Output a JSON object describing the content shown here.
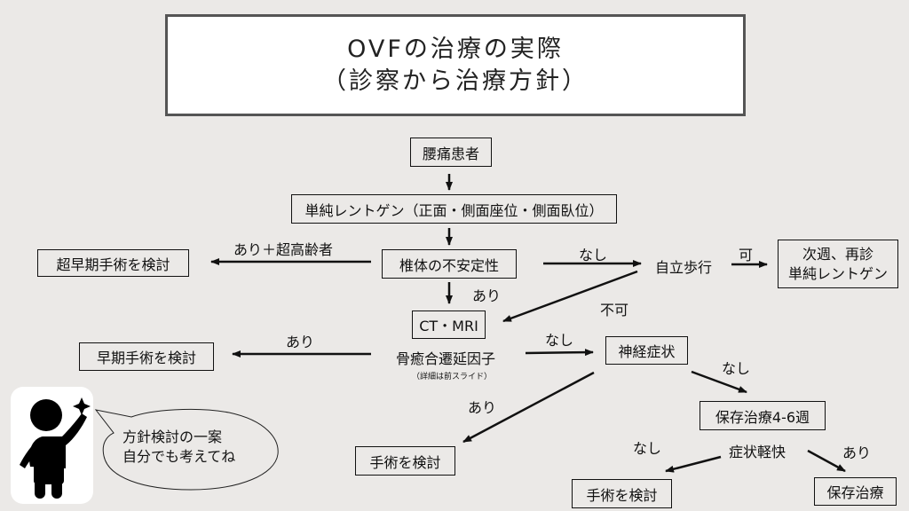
{
  "title": {
    "line1": "OVFの治療の実際",
    "line2": "（診察から治療方針）"
  },
  "nodes": {
    "patient": "腰痛患者",
    "xray": "単純レントゲン（正面・側面座位・側面臥位）",
    "instability": "椎体の不安定性",
    "very_early_surgery": "超早期手術を検討",
    "walking": "自立歩行",
    "next_week_line1": "次週、再診",
    "next_week_line2": "単純レントゲン",
    "ct_mri": "CT・MRI",
    "delay_factors": "骨癒合遷延因子",
    "delay_factors_note": "（詳細は前スライド）",
    "early_surgery": "早期手術を検討",
    "neuro": "神経症状",
    "surgery1": "手術を検討",
    "conservative_4_6": "保存治療4-6週",
    "symptom_relief": "症状軽快",
    "surgery2": "手術を検討",
    "conservative": "保存治療"
  },
  "edge_labels": {
    "yes_elderly": "あり＋超高齢者",
    "no_walk": "なし",
    "can": "可",
    "yes_ct": "あり",
    "cannot": "不可",
    "yes_early": "あり",
    "no_neuro": "なし",
    "no_conservative": "なし",
    "yes_surgery": "あり",
    "no_relief": "なし",
    "yes_relief": "あり"
  },
  "speech_bubble": {
    "line1": "方針検討の一案",
    "line2": "自分でも考えてね"
  }
}
